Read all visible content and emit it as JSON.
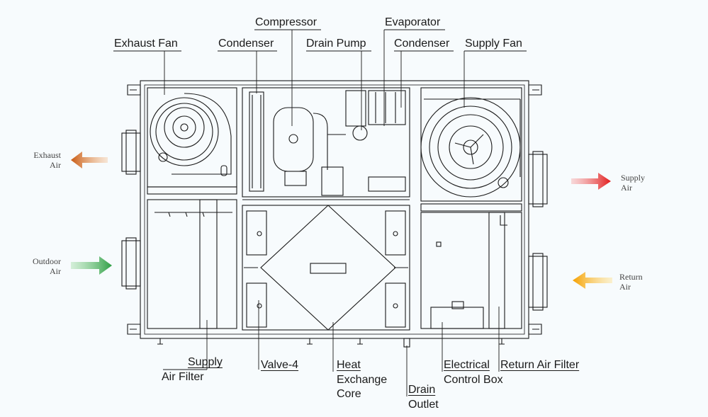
{
  "labels": {
    "exhaust_fan": "Exhaust Fan",
    "condenser_left": "Condenser",
    "compressor": "Compressor",
    "drain_pump": "Drain Pump",
    "evaporator": "Evaporator",
    "condenser_right": "Condenser",
    "supply_fan": "Supply Fan",
    "supply_air_filter_1": "Supply",
    "supply_air_filter_2": "Air Filter",
    "valve": "Valve-4",
    "heat_core_1": "Heat",
    "heat_core_2": "Exchange",
    "heat_core_3": "Core",
    "drain_outlet_1": "Drain",
    "drain_outlet_2": "Outlet",
    "control_box_1": "Electrical",
    "control_box_2": "Control Box",
    "return_air_filter": "Return Air Filter"
  },
  "airflows": {
    "exhaust": {
      "l1": "Exhaust",
      "l2": "Air",
      "color": "#d2691e"
    },
    "outdoor": {
      "l1": "Outdoor",
      "l2": "Air",
      "color": "#4caf50"
    },
    "supply": {
      "l1": "Supply",
      "l2": "Air",
      "color": "#e53935"
    },
    "return": {
      "l1": "Return",
      "l2": "Air",
      "color": "#f5b400"
    }
  }
}
